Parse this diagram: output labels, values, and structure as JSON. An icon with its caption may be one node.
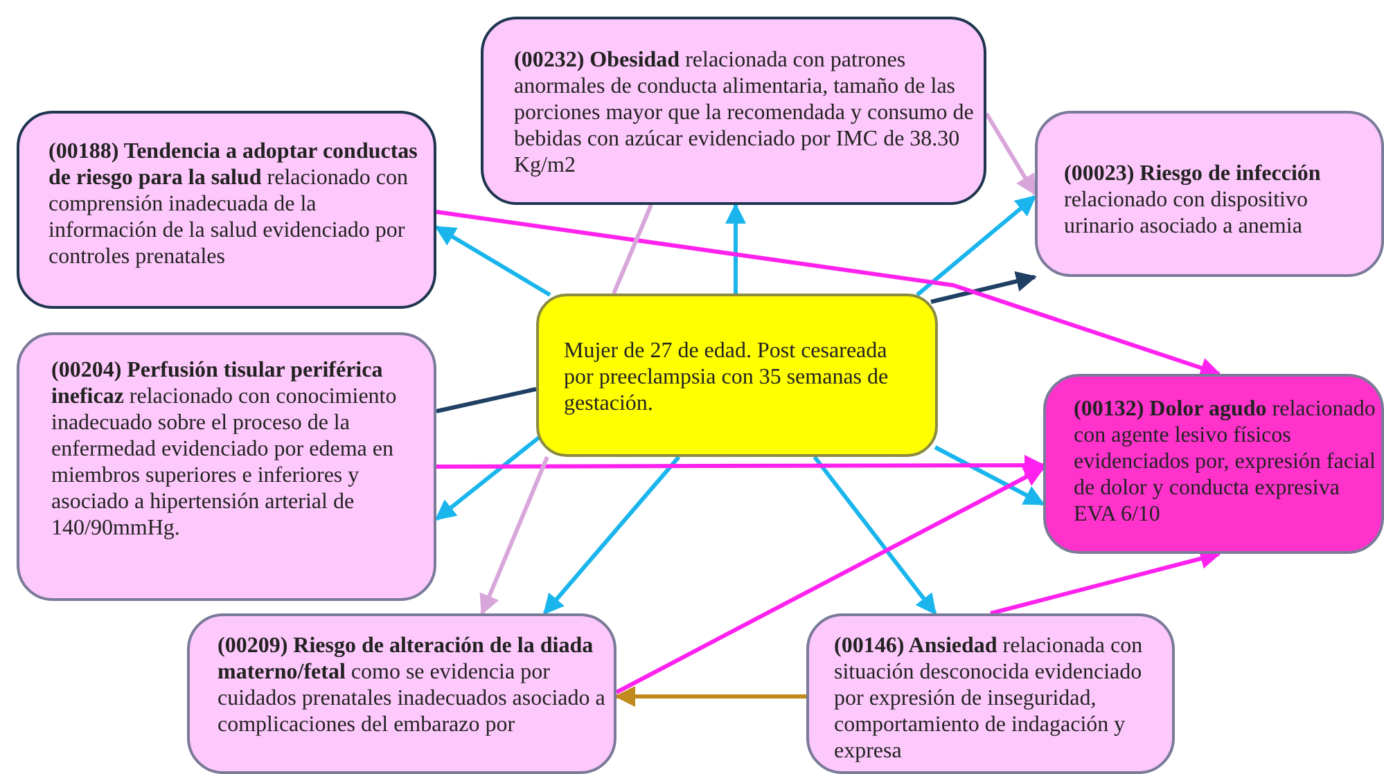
{
  "diagram": {
    "nodes": [
      {
        "text": [
          "Mujer de 27 de edad. Post cesareada por preeclampsia con 35 semanas de gestación."
        ]
      },
      {
        "text": [
          "**(00232) Obesidad** relacionada con patrones anormales de conducta alimentaria, tamaño de las porciones mayor que la recomendada y consumo de bebidas con azúcar evidenciado por IMC de 38.30 Kg/m2"
        ]
      },
      {
        "text": [
          "**(00188) Tendencia a adoptar conductas de riesgo para la salud** relacionado con comprensión inadecuada de la información de la salud evidenciado por controles prenatales"
        ]
      },
      {
        "text": [
          "**(00023) Riesgo de infección** relacionado con dispositivo urinario asociado a anemia"
        ]
      },
      {
        "text": [
          "**(00204) Perfusión tisular periférica ineficaz** relacionado con conocimiento inadecuado sobre el proceso de la enfermedad evidenciado por edema en miembros superiores e inferiores y asociado a hipertensión arterial de 140/90mmHg."
        ]
      },
      {
        "text": [
          "**(00132) Dolor agudo** relacionado con agente lesivo físicos evidenciados por, expresión facial de dolor y conducta expresiva EVA 6/10"
        ]
      },
      {
        "text": [
          "**(00209) Riesgo de alteración de la diada materno/fetal** como se evidencia por cuidados prenatales inadecuados asociado a complicaciones del embarazo por"
        ]
      },
      {
        "text": [
          "**(00146) Ansiedad** relacionada con situación desconocida evidenciado por expresión de inseguridad, comportamiento de indagación y expresa"
        ]
      }
    ],
    "edges": [
      {
        "from": 0,
        "to": 2,
        "arrow": "to"
      },
      {
        "from": 0,
        "to": 1,
        "arrow": "to"
      },
      {
        "from": 0,
        "to": 3,
        "arrow": "to"
      },
      {
        "from": 4,
        "to": 0,
        "arrow": "none",
        "color": "#1f3f63"
      },
      {
        "from": 0,
        "to": 3,
        "arrow": "to",
        "color": "#1f3f63"
      },
      {
        "from": 0,
        "to": 4,
        "arrow": "to"
      },
      {
        "from": 0,
        "to": 6,
        "arrow": "to"
      },
      {
        "from": 0,
        "to": 7,
        "arrow": "to"
      },
      {
        "from": 0,
        "to": 5,
        "arrow": "to"
      },
      {
        "from": 2,
        "to": 5,
        "arrow": "to",
        "color": "#ff22ee"
      },
      {
        "from": 4,
        "to": 5,
        "arrow": "to",
        "color": "#ff22ee"
      },
      {
        "from": 6,
        "to": 5,
        "arrow": "to",
        "color": "#ff22ee"
      },
      {
        "from": 7,
        "to": 5,
        "arrow": "to",
        "color": "#ff22ee"
      },
      {
        "from": 7,
        "to": 6,
        "arrow": "to",
        "color": "#c08a1e"
      },
      {
        "from": 1,
        "to": 0,
        "arrow": "none",
        "color": "#d9a6dc"
      },
      {
        "from": 0,
        "to": 6,
        "arrow": "to",
        "color": "#d9a6dc"
      },
      {
        "from": 1,
        "to": 3,
        "arrow": "to",
        "color": "#d9a6dc"
      }
    ]
  }
}
